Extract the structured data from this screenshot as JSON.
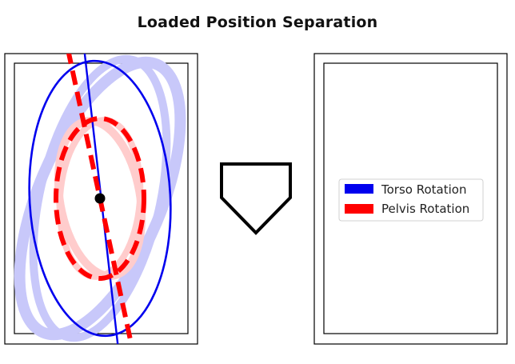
{
  "title": "Loaded Position Separation",
  "legend": {
    "items": [
      {
        "label": "Torso Rotation",
        "color": "#0000ee",
        "style": "solid"
      },
      {
        "label": "Pelvis Rotation",
        "color": "#ff0000",
        "style": "dashed"
      }
    ]
  },
  "colors": {
    "torso": "#0000ee",
    "torso_band": "#c8c8fa",
    "pelvis": "#ff0000",
    "pelvis_band": "#ffcccc",
    "frame": "#000000",
    "home_plate": "#000000"
  },
  "icons": {
    "center_marker": "black-dot",
    "home_plate": "home-plate-icon"
  }
}
